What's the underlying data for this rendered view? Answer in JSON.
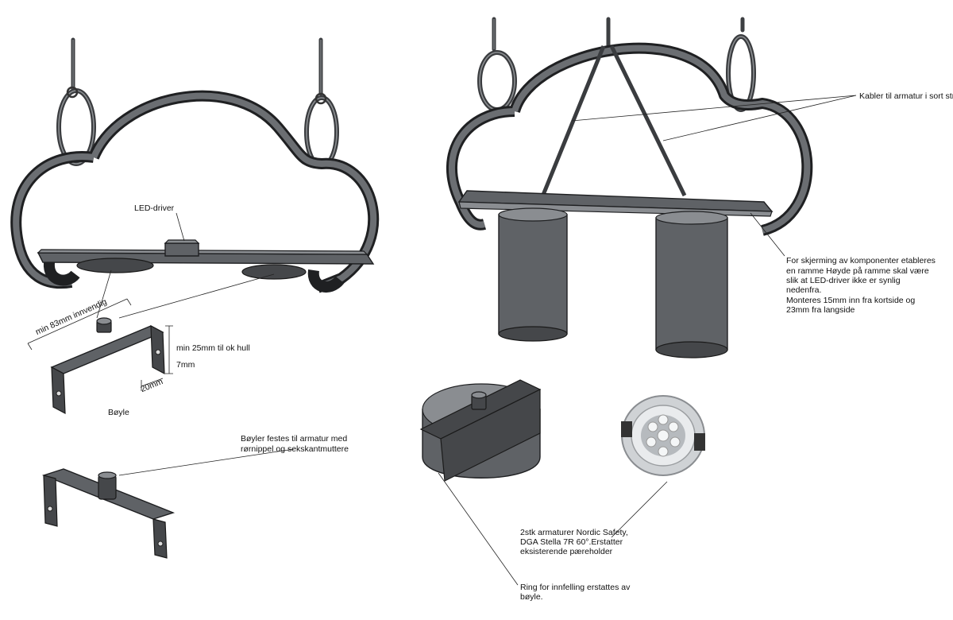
{
  "labels": {
    "led_driver": "LED-driver",
    "min_inner": "min 83mm innvendig",
    "min_hole": "min 25mm til ok hull",
    "dim_7": "7mm",
    "dim_20": "20mm",
    "boyle": "Bøyle",
    "boyler_fest_1": "Bøyler festes til armatur med",
    "boyler_fest_2": "rørnippel og sekskantmuttere",
    "kabler": "Kabler til armatur i sort strømp",
    "skjerming_1": "For skjerming av komponenter etableres",
    "skjerming_2": "en ramme Høyde på ramme skal være",
    "skjerming_3": "slik at LED-driver ikke er synlig",
    "skjerming_4": "nedenfra.",
    "skjerming_5": "Monteres 15mm inn fra kortside og",
    "skjerming_6": "23mm fra langside",
    "armatur_1": "2stk armaturer Nordic Safety,",
    "armatur_2": "DGA Stella 7R 60°.Erstatter",
    "armatur_3": "eksisterende pæreholder",
    "ring_1": "Ring for innfelling erstattes av",
    "ring_2": "bøyle."
  }
}
